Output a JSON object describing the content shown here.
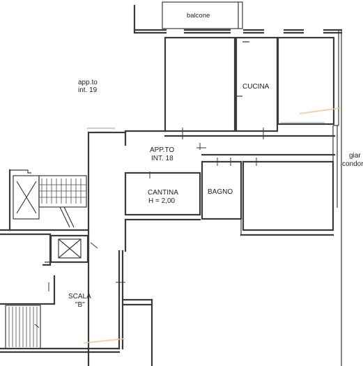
{
  "rooms": {
    "balcone": "balcone",
    "app19_line1": "app.to",
    "app19_line2": "int. 19",
    "cucina": "CUCINA",
    "app18_line1": "APP.TO",
    "app18_line2": "INT. 18",
    "cantina_line1": "CANTINA",
    "cantina_line2": "H = 2,00",
    "bagno": "BAGNO",
    "scala_line1": "SCALA",
    "scala_line2": "\"B\"",
    "edge_line1": "giar",
    "edge_line2": "condor"
  },
  "colors": {
    "wall": "#3a3a3a",
    "background": "#ffffff"
  }
}
